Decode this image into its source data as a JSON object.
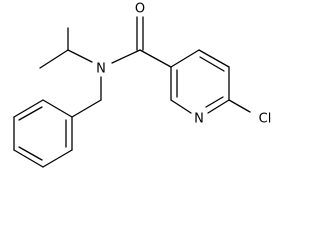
{
  "atoms": {
    "oxygen": "O",
    "amide_nitrogen": "N",
    "pyridine_nitrogen": "N",
    "chlorine": "Cl"
  },
  "colors": {
    "bond": "#000000",
    "label": "#000000",
    "background": "#ffffff"
  }
}
